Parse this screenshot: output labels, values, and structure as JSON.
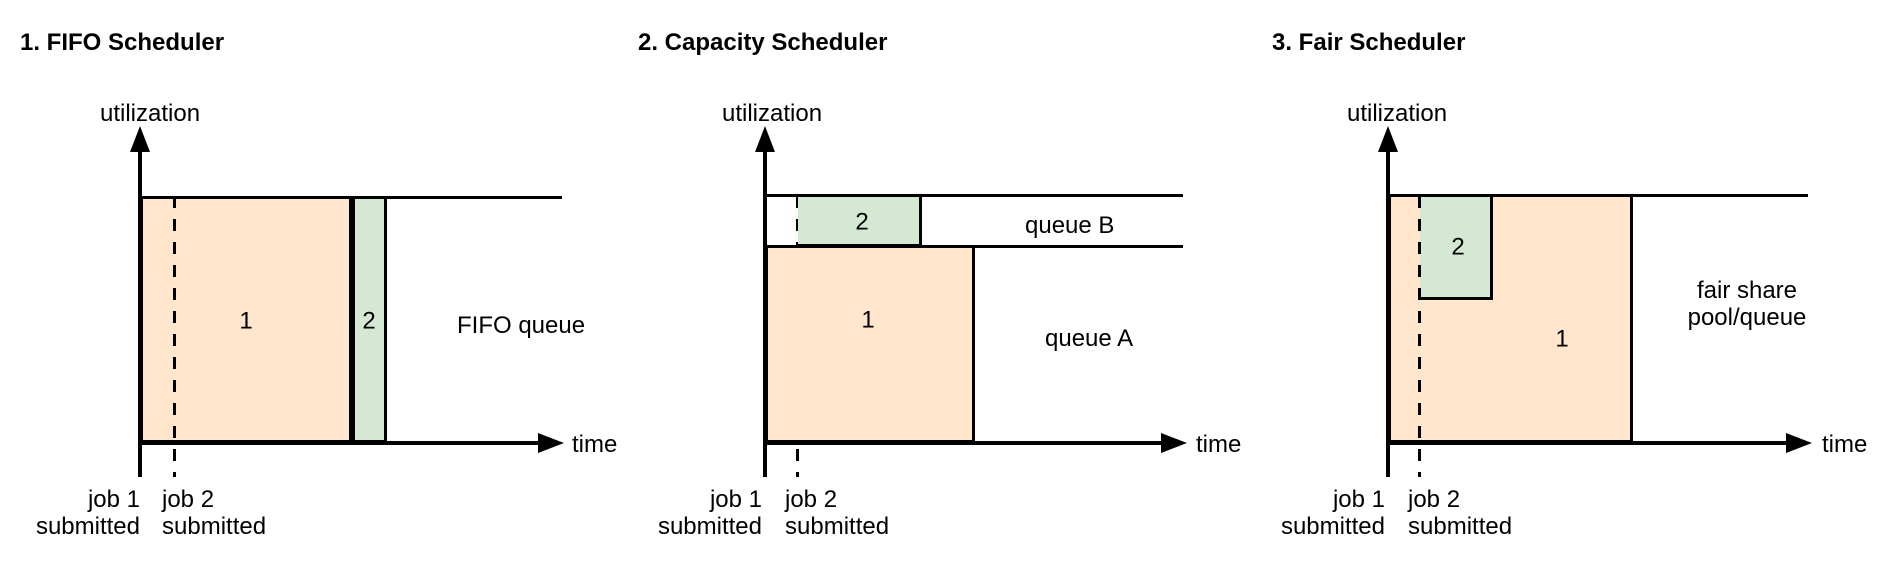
{
  "colors": {
    "job1_fill": "#ffe6cc",
    "job2_fill": "#d5e8d4",
    "line": "#000000",
    "text": "#000000"
  },
  "panels": [
    {
      "title": "1. FIFO Scheduler",
      "y_axis_label": "utilization",
      "x_axis_label": "time",
      "region_label": "FIFO queue",
      "job1_box_label": "1",
      "job2_box_label": "2",
      "job1_annotation_line1": "job 1",
      "job1_annotation_line2": "submitted",
      "job2_annotation_line1": "job 2",
      "job2_annotation_line2": "submitted"
    },
    {
      "title": "2. Capacity Scheduler",
      "y_axis_label": "utilization",
      "x_axis_label": "time",
      "queue_b_label": "queue B",
      "queue_a_label": "queue A",
      "job1_box_label": "1",
      "job2_box_label": "2",
      "job1_annotation_line1": "job 1",
      "job1_annotation_line2": "submitted",
      "job2_annotation_line1": "job 2",
      "job2_annotation_line2": "submitted"
    },
    {
      "title": "3. Fair Scheduler",
      "y_axis_label": "utilization",
      "x_axis_label": "time",
      "pool_label_line1": "fair share",
      "pool_label_line2": "pool/queue",
      "job1_box_label": "1",
      "job2_box_label": "2",
      "job1_annotation_line1": "job 1",
      "job1_annotation_line2": "submitted",
      "job2_annotation_line1": "job 2",
      "job2_annotation_line2": "submitted"
    }
  ]
}
